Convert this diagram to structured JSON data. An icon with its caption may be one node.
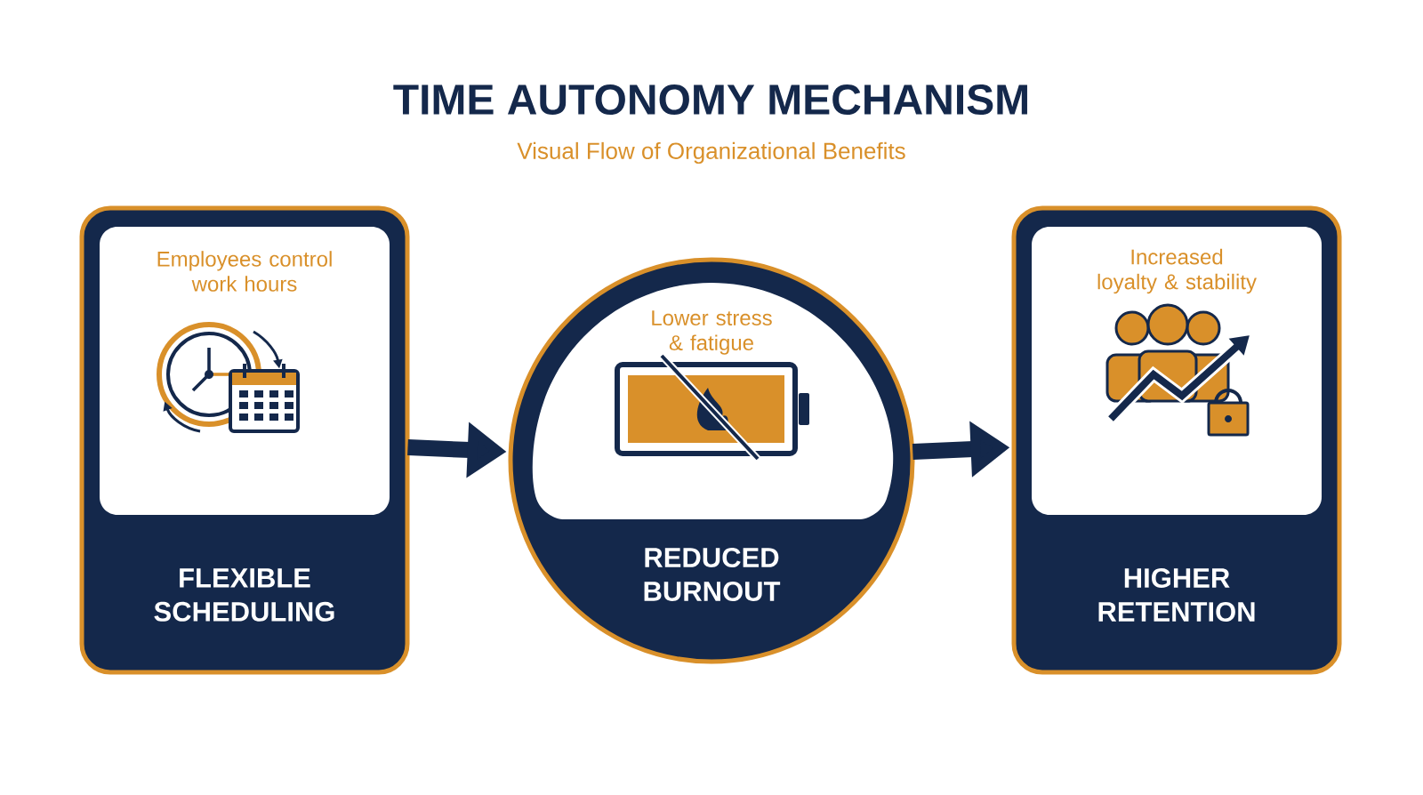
{
  "diagram": {
    "title": "TIME AUTONOMY MECHANISM",
    "nodes": [
      {
        "text": [
          "Employees control work hours",
          "FLEXIBLE SCHEDULING"
        ]
      },
      {
        "text": [
          "Lower stress & fatigue",
          "REDUCED BURNOUT"
        ]
      },
      {
        "text": [
          "Increased loyalty & stability",
          "HIGHER RETENTION"
        ]
      }
    ],
    "edges": [
      {
        "from": 0,
        "to": 1,
        "arrow": "to"
      },
      {
        "from": 1,
        "to": 2,
        "arrow": "to"
      }
    ],
    "labels": [
      "Visual Flow of Organizational Benefits"
    ]
  }
}
